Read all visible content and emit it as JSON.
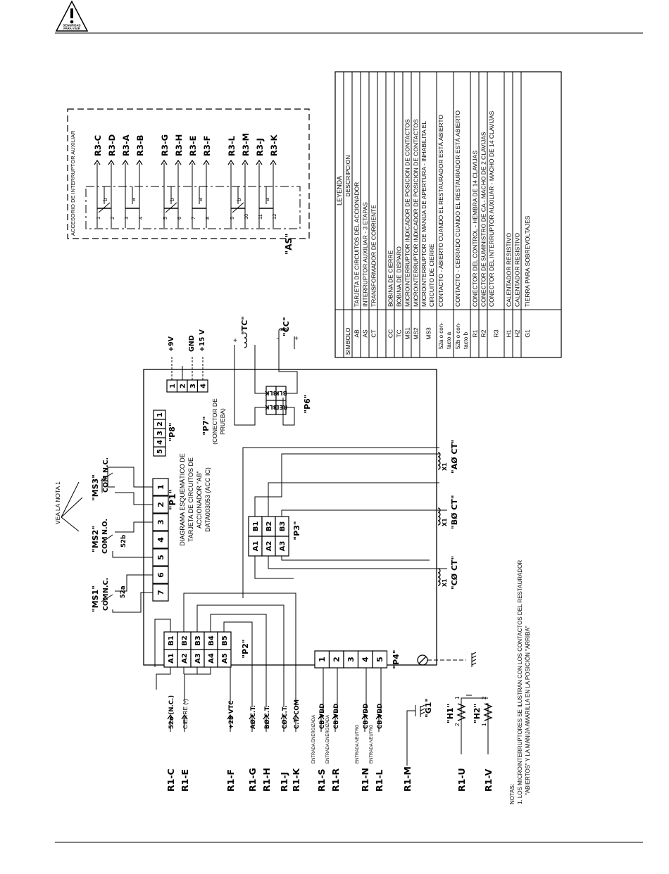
{
  "header": {
    "logo_text_1": "SEGURIDAD",
    "logo_text_2": "PARA VIVIR"
  },
  "accessory": {
    "title": "ACCESORIO DE INTERRUPTOR AUXILIAR",
    "tag": "\"AS\"",
    "terminals": [
      "R3-C",
      "R3-D",
      "R3-A",
      "R3-B",
      "R3-G",
      "R3-H",
      "R3-E",
      "R3-F",
      "R3-L",
      "R3-M",
      "R3-J",
      "R3-K"
    ],
    "contact_nums": [
      "1",
      "2",
      "3",
      "4",
      "5",
      "6",
      "7",
      "8",
      "9",
      "10",
      "11",
      "12"
    ],
    "contact_types": [
      "b",
      "a",
      "b",
      "a",
      "b",
      "a"
    ]
  },
  "legend": {
    "title": "LEYENDA",
    "col_symbol": "SIMBOLO",
    "col_desc": "DESCRIPCION",
    "rows": [
      {
        "sym": "AB",
        "desc": "TARJETA DE CIRCUITOS DEL ACCIONADOR"
      },
      {
        "sym": "AS",
        "desc": "INTERRUPTOR AUXILIAR - 3 ETAPAS"
      },
      {
        "sym": "CT",
        "desc": "TRANSFORMADOR DE CORRIENTE"
      },
      {
        "sym": "",
        "desc": ""
      },
      {
        "sym": "CC",
        "desc": "BOBINA DE CIERRE"
      },
      {
        "sym": "TC",
        "desc": "BOBINA DE DISPARO"
      },
      {
        "sym": "MS1",
        "desc": "MICROINTERRUPTOR INDICADOR DE POSICION DE CONTACTOS"
      },
      {
        "sym": "MS2",
        "desc": "MICROINTERRUPTOR INDICADOR DE POSICION DE CONTACTOS"
      },
      {
        "sym": "MS3",
        "desc": "MICROINTERRUPTOR DE MANIJA DE APERTURA - INHABILITA EL CIRCUITO DE CIERRE"
      },
      {
        "sym": "52a o contacto a",
        "desc": "CONTACTO - ABIERTO CUANDO EL RESTAURADOR ESTÁ ABIERTO"
      },
      {
        "sym": "52b o contacto b",
        "desc": "CONTACTO - CERRADO CUANDO EL RESTAURADOR ESTÁ ABIERTO"
      },
      {
        "sym": "R1",
        "desc": "CONECTOR DEL CONTROL - HEMBRA DE 14 CLAVIJAS"
      },
      {
        "sym": "R2",
        "desc": "CONECTOR DE SUMINISTRO DE CA - MACHO DE 2 CLAVIJAS"
      },
      {
        "sym": "R3",
        "desc": "CONECTOR DEL INTERRUPTOR AUXILIAR - MACHO DE 14 CLAVIJAS"
      },
      {
        "sym": "H1",
        "desc": "CALENTADOR RESISTIVO"
      },
      {
        "sym": "H2",
        "desc": "CALENTADOR RESISTIVO"
      },
      {
        "sym": "G1",
        "desc": "TIERRA PARA SOBREVOLTAJES"
      }
    ]
  },
  "board": {
    "caption": [
      "\"P1\"",
      "DIAGRAMA ESQUEMÁTICO DE",
      "TARJETA DE CIRCUITOS DE",
      "ACCIONADOR \"AB\"",
      "DATA003053 (ACC IC)"
    ],
    "p1_pins": [
      "1",
      "2",
      "3",
      "4",
      "5",
      "6",
      "7"
    ],
    "p8_label": "\"P8\"",
    "p8_pins": [
      "5",
      "4",
      "3",
      "2",
      "1"
    ],
    "p7_label": "\"P7\" (CONECTOR DE PRUEBA)",
    "p7_pins": [
      "1",
      "2",
      "3",
      "4"
    ],
    "p7_signals": [
      "+9V",
      "GND",
      "+15 V"
    ],
    "p6_label": "\"P6\"",
    "p6_pins": [
      "RED",
      "BLK",
      "RED",
      "BLK"
    ],
    "p3_label": "\"P3\"",
    "p3_pins": [
      "A1",
      "B1",
      "A2",
      "B2",
      "A3",
      "B3"
    ],
    "p2_label": "\"P2\"",
    "p2_pins": [
      "A1",
      "B1",
      "A2",
      "B2",
      "A3",
      "B3",
      "A4",
      "B4",
      "A5",
      "B5"
    ],
    "p4_label": "\"P4\"",
    "p4_pins": [
      "1",
      "2",
      "3",
      "4",
      "5"
    ]
  },
  "switches": {
    "ms1": {
      "tag": "\"MS1\"",
      "com": "COM",
      "nc": "N.C.",
      "contact": "52a"
    },
    "ms2": {
      "tag": "\"MS2\"",
      "com": "COM",
      "no": "N.O.",
      "contact": "52b"
    },
    "ms3": {
      "tag": "\"MS3\"",
      "com": "COM",
      "nc": "N.C."
    },
    "note_ref": "VEA  LA NOTA 1"
  },
  "coils": {
    "tc": "\"TC\"",
    "cc": "\"CC\"",
    "plus": "+",
    "minus": "-"
  },
  "cts": {
    "a": "\"AØ CT\"",
    "b": "\"BØ CT\"",
    "c": "\"CØ CT\"",
    "x1": "X1"
  },
  "left_terminals": [
    {
      "term": "R1-C",
      "sig": "52a (N.C.)"
    },
    {
      "term": "R1-E",
      "sig": "CIERRE (-)"
    },
    {
      "term": "R1-F",
      "sig": "+28 VTC"
    },
    {
      "term": "R1-G",
      "sig": "AØ C.T."
    },
    {
      "term": "R1-H",
      "sig": "BØ C.T."
    },
    {
      "term": "R1-J",
      "sig": "CØ C.T."
    },
    {
      "term": "R1-K",
      "sig": "C.T. COM"
    },
    {
      "term": "R1-S",
      "sig": "CB VDD",
      "note": "ENTRADA ENERGIZADA"
    },
    {
      "term": "R1-R",
      "sig": "CB VDD",
      "note": "ENTRADA ENERGIZADA"
    },
    {
      "term": "R1-N",
      "sig": "CB VDD",
      "note": "ENTRADA NEUTRO"
    },
    {
      "term": "R1-L",
      "sig": "CB VDD",
      "note": "ENTRADA NEUTRO"
    },
    {
      "term": "R1-M",
      "sig": ""
    },
    {
      "term": "R1-U",
      "sig": ""
    },
    {
      "term": "R1-V",
      "sig": ""
    }
  ],
  "ground": {
    "g1": "\"G1\"",
    "h1": "\"H1\"",
    "h2": "\"H2\"",
    "n1": "1",
    "n2": "2"
  },
  "notes": {
    "title": "NOTAS:",
    "line1": "1. LOS MICROINTERRUPTORES SE ILUSTRAN CON LOS CONTACTOS DEL RESTAURADOR",
    "line2": "\"ABIERTOS\" Y LA MANIJA AMARILLA EN LA POSICIÓN \"ARRIBA\""
  }
}
